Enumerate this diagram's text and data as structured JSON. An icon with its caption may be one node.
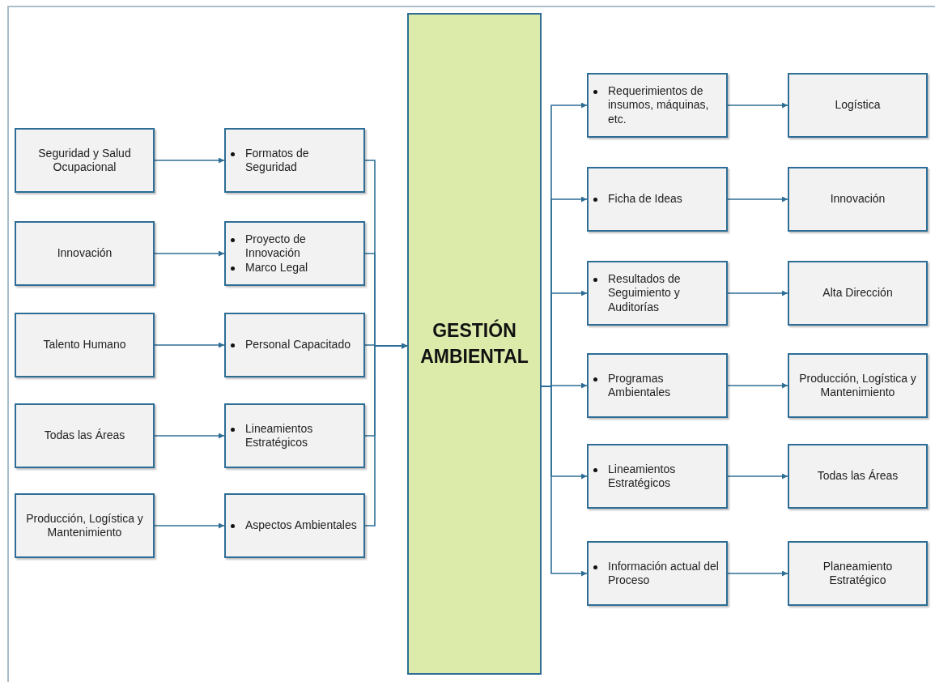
{
  "diagram": {
    "nodes": [
      {
        "text": [
          "Seguridad y Salud Ocupacional"
        ]
      },
      {
        "text": [
          "Innovación"
        ]
      },
      {
        "text": [
          "Talento Humano"
        ]
      },
      {
        "text": [
          "Todas las Áreas"
        ]
      },
      {
        "text": [
          "Producción, Logística y Mantenimiento"
        ]
      },
      {
        "text": [
          "Formatos de Seguridad"
        ]
      },
      {
        "text": [
          "Proyecto de Innovación",
          "Marco Legal"
        ]
      },
      {
        "text": [
          "Personal Capacitado"
        ]
      },
      {
        "text": [
          "Lineamientos Estratégicos"
        ]
      },
      {
        "text": [
          "Aspectos Ambientales"
        ]
      },
      {
        "text": [
          "GESTIÓN AMBIENTAL"
        ]
      },
      {
        "text": [
          "Requerimientos de insumos, máquinas, etc."
        ]
      },
      {
        "text": [
          "Ficha de Ideas"
        ]
      },
      {
        "text": [
          "Resultados de Seguimiento y Auditorías"
        ]
      },
      {
        "text": [
          "Programas Ambientales"
        ]
      },
      {
        "text": [
          "Lineamientos Estratégicos"
        ]
      },
      {
        "text": [
          "Información actual del Proceso"
        ]
      },
      {
        "text": [
          "Logística"
        ]
      },
      {
        "text": [
          "Innovación"
        ]
      },
      {
        "text": [
          "Alta Dirección"
        ]
      },
      {
        "text": [
          "Producción, Logística y Mantenimiento"
        ]
      },
      {
        "text": [
          "Todas las Áreas"
        ]
      },
      {
        "text": [
          "Planeamiento Estratégico"
        ]
      }
    ],
    "edges": [
      {
        "from": 0,
        "to": 5,
        "arrow": "to"
      },
      {
        "from": 1,
        "to": 6,
        "arrow": "to"
      },
      {
        "from": 2,
        "to": 7,
        "arrow": "to"
      },
      {
        "from": 3,
        "to": 8,
        "arrow": "to"
      },
      {
        "from": 4,
        "to": 9,
        "arrow": "to"
      },
      {
        "from": 5,
        "to": 10,
        "arrow": "to"
      },
      {
        "from": 6,
        "to": 10,
        "arrow": "to"
      },
      {
        "from": 7,
        "to": 10,
        "arrow": "to"
      },
      {
        "from": 8,
        "to": 10,
        "arrow": "to"
      },
      {
        "from": 9,
        "to": 10,
        "arrow": "to"
      },
      {
        "from": 10,
        "to": 11,
        "arrow": "to"
      },
      {
        "from": 10,
        "to": 12,
        "arrow": "to"
      },
      {
        "from": 10,
        "to": 13,
        "arrow": "to"
      },
      {
        "from": 10,
        "to": 14,
        "arrow": "to"
      },
      {
        "from": 10,
        "to": 15,
        "arrow": "to"
      },
      {
        "from": 10,
        "to": 16,
        "arrow": "to"
      },
      {
        "from": 11,
        "to": 17,
        "arrow": "to"
      },
      {
        "from": 12,
        "to": 18,
        "arrow": "to"
      },
      {
        "from": 13,
        "to": 19,
        "arrow": "to"
      },
      {
        "from": 14,
        "to": 20,
        "arrow": "to"
      },
      {
        "from": 15,
        "to": 21,
        "arrow": "to"
      },
      {
        "from": 16,
        "to": 22,
        "arrow": "to"
      }
    ]
  }
}
